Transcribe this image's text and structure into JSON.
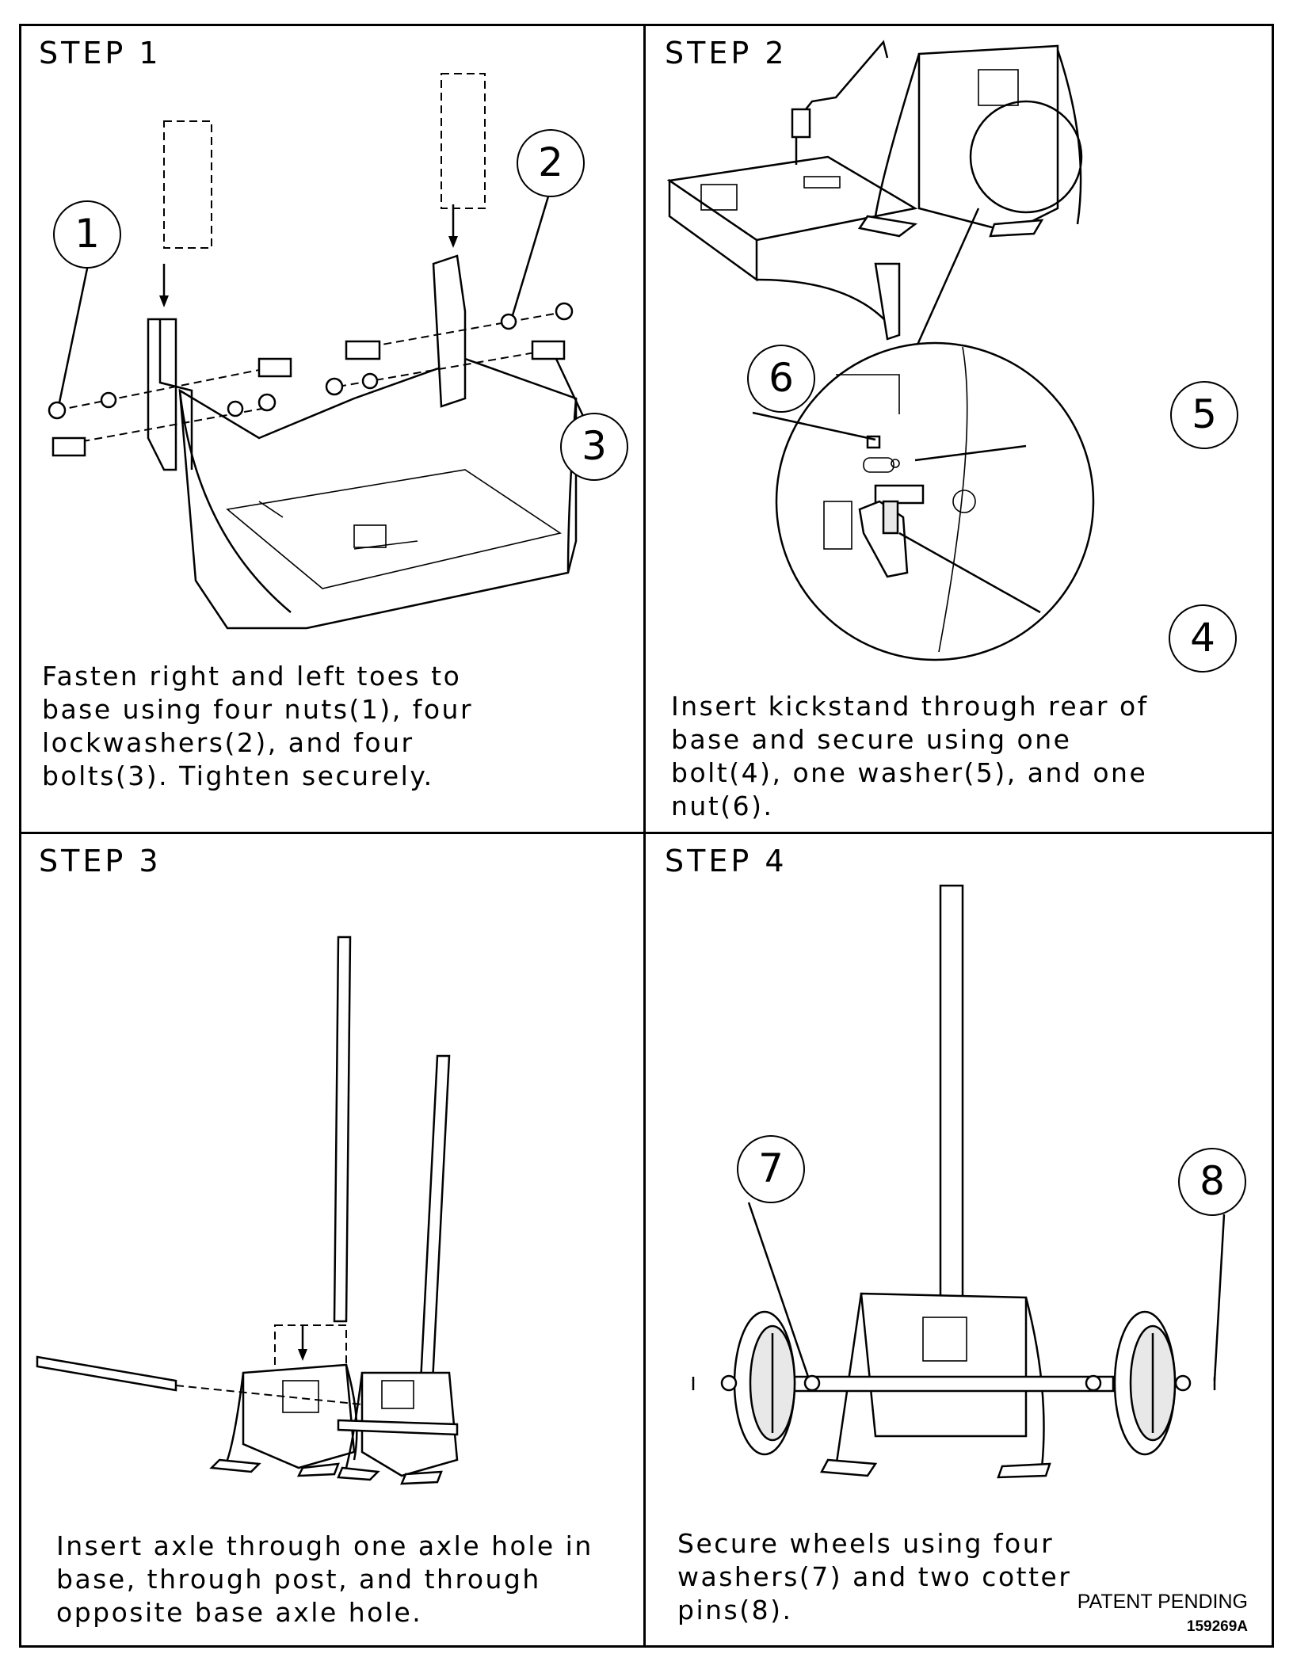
{
  "steps": [
    {
      "title": "STEP 1",
      "caption": "Fasten right and left toes to base using four nuts(1), four lockwashers(2), and four bolts(3).  Tighten securely.",
      "callouts": [
        "1",
        "2",
        "3"
      ]
    },
    {
      "title": "STEP 2",
      "caption": "Insert kickstand through rear of base and secure using one bolt(4), one washer(5), and one nut(6).",
      "callouts": [
        "6",
        "5",
        "4"
      ]
    },
    {
      "title": "STEP 3",
      "caption": "Insert axle through one axle hole in base, through post, and through opposite base axle hole.",
      "callouts": []
    },
    {
      "title": "STEP 4",
      "caption": "Secure wheels using four washers(7) and two cotter pins(8).",
      "callouts": [
        "7",
        "8"
      ]
    }
  ],
  "footer": {
    "patent": "PATENT PENDING",
    "part_number": "159269A"
  },
  "colors": {
    "line": "#000000",
    "background": "#ffffff"
  }
}
